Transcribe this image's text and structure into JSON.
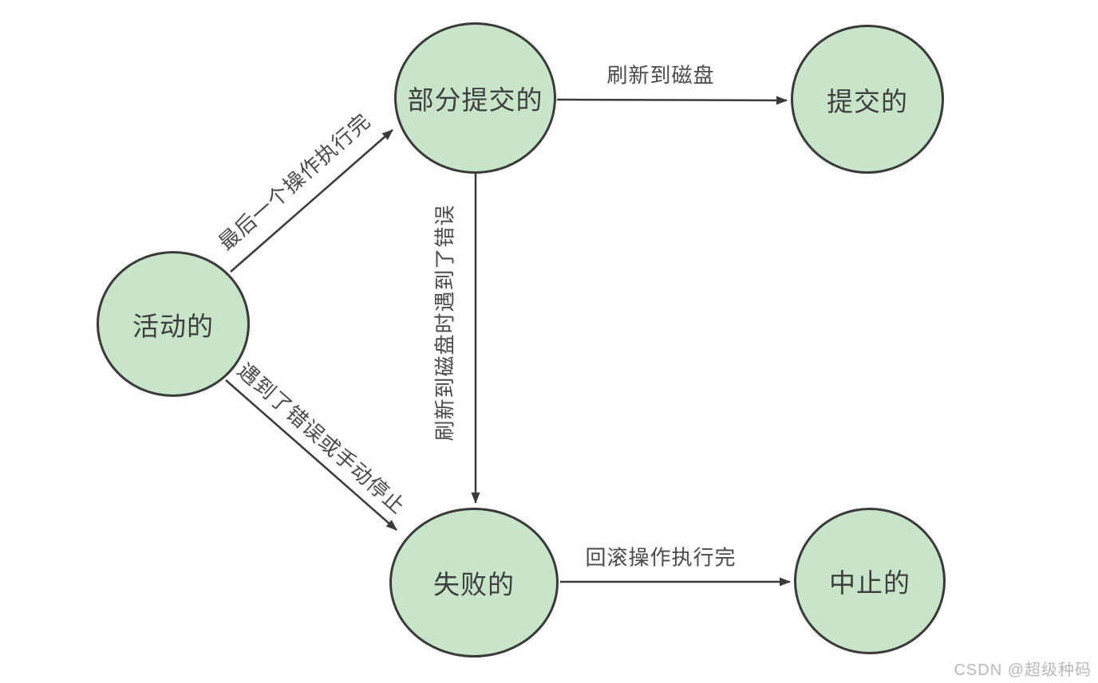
{
  "diagram": {
    "kind": "transaction-state-diagram",
    "nodes": [
      {
        "id": "active",
        "label": "活动的"
      },
      {
        "id": "partially_committed",
        "label": "部分提交的"
      },
      {
        "id": "committed",
        "label": "提交的"
      },
      {
        "id": "failed",
        "label": "失败的"
      },
      {
        "id": "aborted",
        "label": "中止的"
      }
    ],
    "edges": [
      {
        "from": "active",
        "to": "partially_committed",
        "label": "最后一个操作执行完"
      },
      {
        "from": "partially_committed",
        "to": "committed",
        "label": "刷新到磁盘"
      },
      {
        "from": "partially_committed",
        "to": "failed",
        "label": "刷新到磁盘时遇到了错误"
      },
      {
        "from": "active",
        "to": "failed",
        "label": "遇到了错误或手动停止"
      },
      {
        "from": "failed",
        "to": "aborted",
        "label": "回滚操作执行完"
      }
    ],
    "colors": {
      "node_fill": "#c8e4c9",
      "node_border": "#3a3a3a",
      "edge_stroke": "#3a3a3a",
      "node_text": "#3f3f3f",
      "edge_text": "#4a4a4a",
      "watermark_text": "#b9b9be",
      "background": "#ffffff"
    }
  },
  "watermark": {
    "text": "CSDN @超级种码"
  }
}
